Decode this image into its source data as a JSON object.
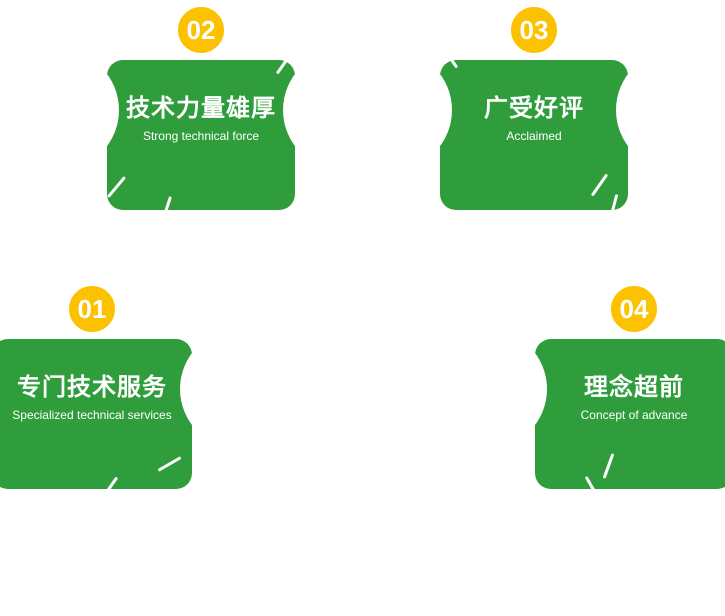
{
  "colors": {
    "card_green": "#2f9d3c",
    "badge_yellow": "#fcc200",
    "text_white": "#ffffff"
  },
  "cards": [
    {
      "number": "01",
      "title": "专门技术服务",
      "subtitle": "Specialized technical services"
    },
    {
      "number": "02",
      "title": "技术力量雄厚",
      "subtitle": "Strong technical force"
    },
    {
      "number": "03",
      "title": "广受好评",
      "subtitle": "Acclaimed"
    },
    {
      "number": "04",
      "title": "理念超前",
      "subtitle": "Concept of advance"
    }
  ]
}
